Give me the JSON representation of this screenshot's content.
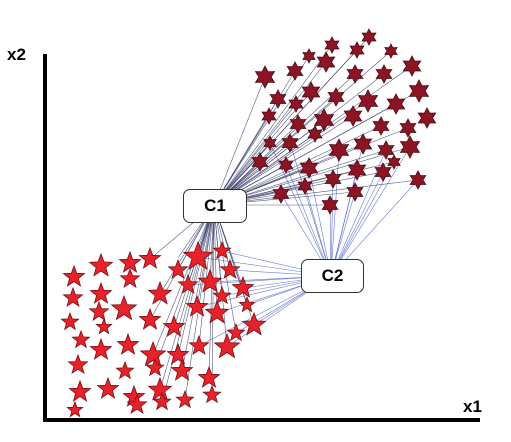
{
  "axes": {
    "x_label": "x1",
    "y_label": "x2"
  },
  "centroids": [
    {
      "label": "C1"
    },
    {
      "label": "C2"
    }
  ],
  "colors": {
    "axis": "#000000",
    "cluster_a_star_fill": "#e8222a",
    "cluster_a_star_stroke": "#7a0f12",
    "cluster_b_star_fill": "#8b1425",
    "cluster_b_star_stroke": "#4f0a14",
    "link_c1": "#3a3f6b",
    "link_c2": "#4e5fcf",
    "box_border": "#333333",
    "box_fill": "#ffffff"
  }
}
